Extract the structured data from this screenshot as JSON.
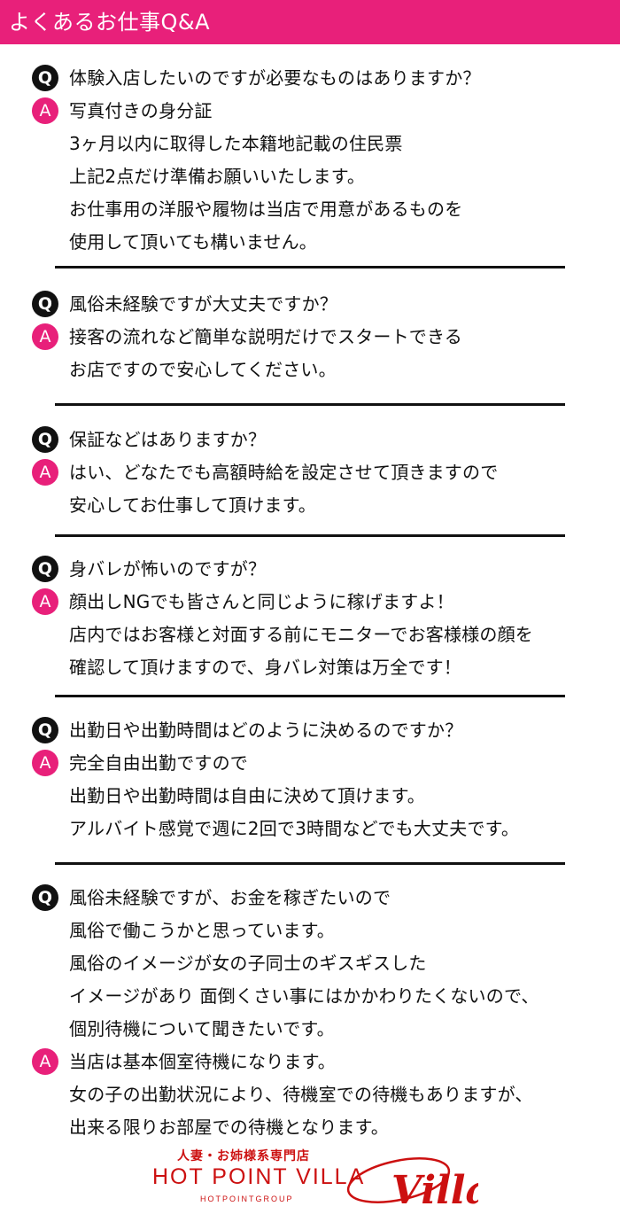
{
  "header": {
    "title": "よくあるお仕事Q&A"
  },
  "icons": {
    "q": "Q",
    "a": "A"
  },
  "qa": [
    {
      "question": [
        "体験入店したいのですが必要なものはありますか？"
      ],
      "answer": [
        "写真付きの身分証",
        "3ヶ月以内に取得した本籍地記載の住民票",
        "上記2点だけ準備お願いいたします。",
        "お仕事用の洋服や履物は当店で用意があるものを",
        "使用して頂いても構いません。"
      ]
    },
    {
      "question": [
        "風俗未経験ですが大丈夫ですか？"
      ],
      "answer": [
        "接客の流れなど簡単な説明だけでスタートできる",
        "お店ですので安心してください。"
      ]
    },
    {
      "question": [
        "保証などはありますか？"
      ],
      "answer": [
        "はい、どなたでも高額時給を設定させて頂きますので",
        "安心してお仕事して頂けます。"
      ]
    },
    {
      "question": [
        "身バレが怖いのですが？"
      ],
      "answer": [
        "顔出しNGでも皆さんと同じように稼げますよ！",
        "店内ではお客様と対面する前にモニターでお客様様の顔を",
        "確認して頂けますので、身バレ対策は万全です！"
      ]
    },
    {
      "question": [
        "出勤日や出勤時間はどのように決めるのですか？"
      ],
      "answer": [
        "完全自由出勤ですので",
        "出勤日や出勤時間は自由に決めて頂けます。",
        "アルバイト感覚で週に2回で3時間などでも大丈夫です。"
      ]
    },
    {
      "question": [
        "風俗未経験ですが、お金を稼ぎたいので",
        "風俗で働こうかと思っています。",
        "風俗のイメージが女の子同士のギスギスした",
        "イメージがあり 面倒くさい事にはかかわりたくないので、",
        "個別待機について聞きたいです。"
      ],
      "answer": [
        "当店は基本個室待機になります。",
        "女の子の出勤状況により、待機室での待機もありますが、",
        "出来る限りお部屋での待機となります。"
      ]
    }
  ],
  "footer": {
    "tagline": "人妻・お姉様系専門店",
    "brand": "HOT POINT VILLA",
    "group": "HOTPOINTGROUP",
    "logo_script": "Villa"
  },
  "colors": {
    "accent": "#e8207a",
    "logo_red": "#cc1010"
  }
}
